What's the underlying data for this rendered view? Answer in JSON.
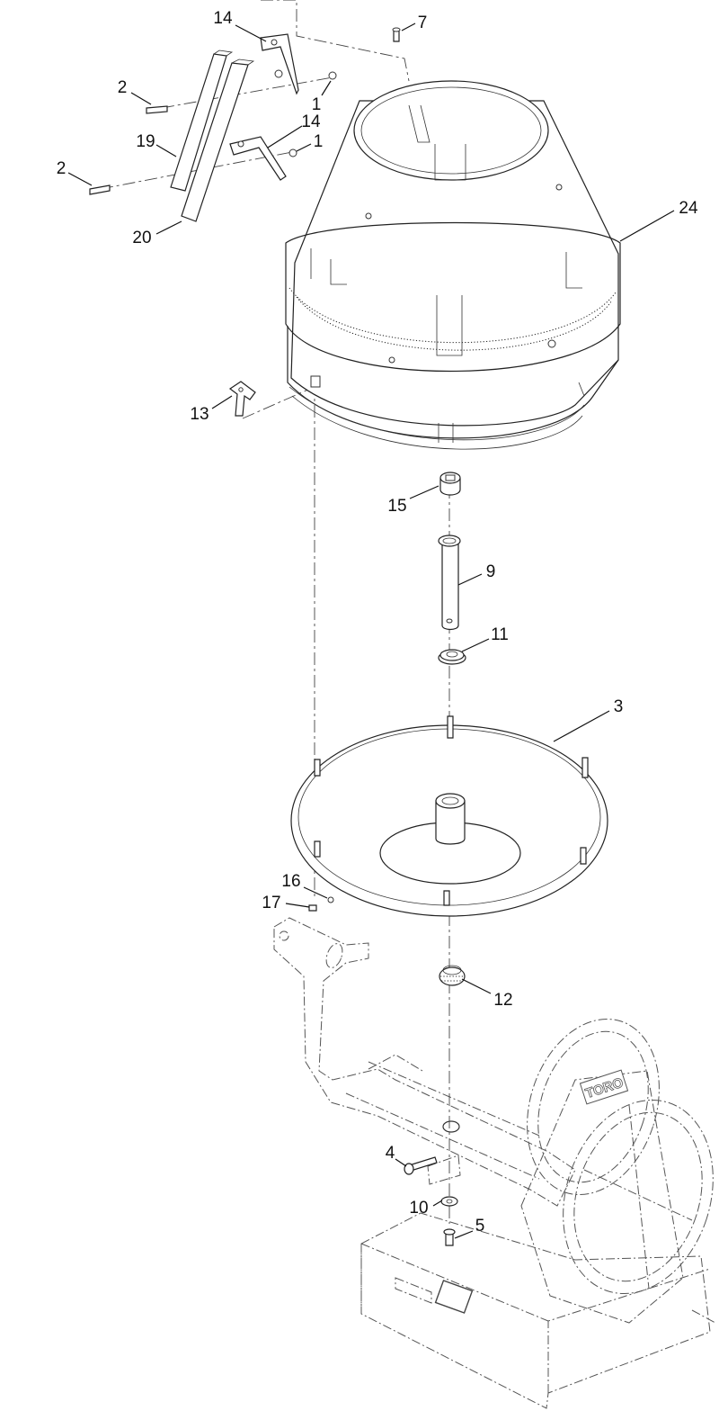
{
  "callouts": [
    {
      "id": "14a",
      "text": "14"
    },
    {
      "id": "7",
      "text": "7"
    },
    {
      "id": "2a",
      "text": "2"
    },
    {
      "id": "1a",
      "text": "1"
    },
    {
      "id": "19",
      "text": "19"
    },
    {
      "id": "14b",
      "text": "14"
    },
    {
      "id": "1b",
      "text": "1"
    },
    {
      "id": "2b",
      "text": "2"
    },
    {
      "id": "24",
      "text": "24"
    },
    {
      "id": "20",
      "text": "20"
    },
    {
      "id": "13",
      "text": "13"
    },
    {
      "id": "15",
      "text": "15"
    },
    {
      "id": "9",
      "text": "9"
    },
    {
      "id": "11",
      "text": "11"
    },
    {
      "id": "3",
      "text": "3"
    },
    {
      "id": "16",
      "text": "16"
    },
    {
      "id": "17",
      "text": "17"
    },
    {
      "id": "12",
      "text": "12"
    },
    {
      "id": "4",
      "text": "4"
    },
    {
      "id": "10",
      "text": "10"
    },
    {
      "id": "5",
      "text": "5"
    }
  ],
  "logo_text": "TORO"
}
